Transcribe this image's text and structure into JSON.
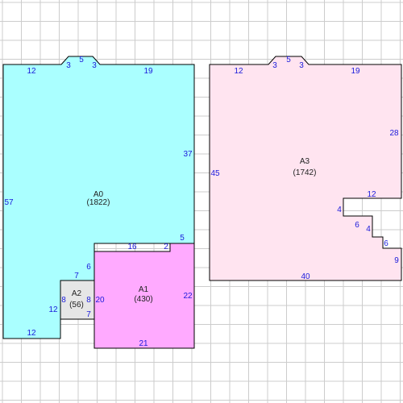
{
  "colors": {
    "grid": "#cccccc",
    "background": "#ffffff",
    "outline": "#000000",
    "dimension_text": "#1a1adb",
    "label_text": "#222222"
  },
  "pieces": [
    {
      "id": "A0",
      "name": "A0",
      "area": "(1822)",
      "fill": "#aaffff"
    },
    {
      "id": "A1",
      "name": "A1",
      "area": "(430)",
      "fill": "#ffaaff"
    },
    {
      "id": "A2",
      "name": "A2",
      "area": "(56)",
      "fill": "#e6e6e6"
    },
    {
      "id": "A3",
      "name": "A3",
      "area": "(1742)",
      "fill": "#ffe4f0"
    }
  ],
  "dimensions": {
    "a0": [
      "12",
      "3",
      "5",
      "3",
      "19",
      "37",
      "57",
      "12",
      "16",
      "2",
      "5",
      "7",
      "6"
    ],
    "a1": [
      "20",
      "22",
      "21"
    ],
    "a2": [
      "8",
      "8",
      "7",
      "12"
    ],
    "a3": [
      "12",
      "3",
      "5",
      "3",
      "19",
      "28",
      "45",
      "12",
      "4",
      "6",
      "4",
      "6",
      "9",
      "40"
    ]
  }
}
